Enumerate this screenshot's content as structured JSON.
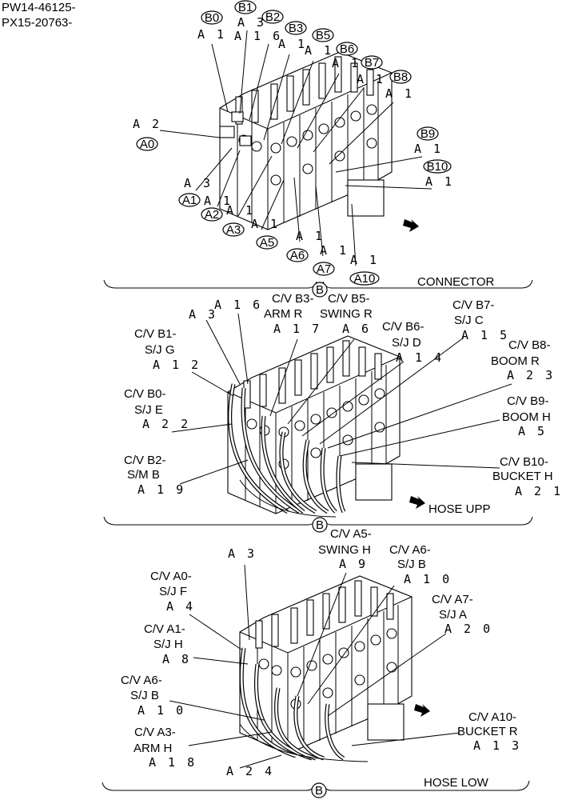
{
  "header": {
    "line1": "PW14-46125-",
    "line2": "PX15-20763-"
  },
  "panel1": {
    "title": "CONNECTOR",
    "marker": "B",
    "ovals": [
      "B0",
      "B1",
      "B2",
      "B3",
      "B5",
      "B6",
      "B7",
      "B8",
      "B9",
      "B10",
      "A0",
      "A1",
      "A2",
      "A3",
      "A5",
      "A6",
      "A7",
      "A10"
    ],
    "codes": {
      "b0": "A 1",
      "b1": "A 3",
      "b2": "A 1 6",
      "b3": "A 1",
      "b5": "A 1",
      "b6": "A 1",
      "b7": "A 1",
      "b8": "A 1",
      "b9": "A 1",
      "b10": "A 1",
      "a0": "A 2",
      "a1": "A 3",
      "a2": "A 1",
      "a3": "A 1",
      "a5": "A 1",
      "a6": "A 1",
      "a7": "A 1",
      "a10": "A 1"
    }
  },
  "panel2": {
    "title": "HOSE UPP",
    "marker": "B",
    "labels": {
      "b1_l1": "C/V B1-",
      "b1_l2": "S/J G",
      "b1_c": "A 1 2",
      "b0_l1": "C/V B0-",
      "b0_l2": "S/J E",
      "b0_c": "A 2 2",
      "b2_l1": "C/V B2-",
      "b2_l2": "S/M B",
      "b2_c": "A 1 9",
      "b3_l1": "C/V B3-",
      "b3_l2": "ARM R",
      "b3_c": "A 1 7",
      "b5_l1": "C/V B5-",
      "b5_l2": "SWING R",
      "b5_c": "A 6",
      "b6_l1": "C/V B6-",
      "b6_l2": "S/J D",
      "b6_c": "A 1 4",
      "b7_l1": "C/V B7-",
      "b7_l2": "S/J C",
      "b7_c": "A 1 5",
      "b8_l1": "C/V B8-",
      "b8_l2": "BOOM R",
      "b8_c": "A 2 3",
      "b9_l1": "C/V B9-",
      "b9_l2": "BOOM H",
      "b9_c": "A 5",
      "b10_l1": "C/V B10-",
      "b10_l2": "BUCKET H",
      "b10_c": "A 2 1",
      "c_a3": "A 3",
      "c_a16": "A 1 6"
    }
  },
  "panel3": {
    "title": "HOSE LOW",
    "marker": "B",
    "labels": {
      "a0_l1": "C/V A0-",
      "a0_l2": "S/J F",
      "a0_c": "A 4",
      "a1_l1": "C/V A1-",
      "a1_l2": "S/J H",
      "a1_c": "A 8",
      "a6b_l1": "C/V A6-",
      "a6b_l2": "S/J B",
      "a6b_c": "A 1 0",
      "a3_l1": "C/V A3-",
      "a3_l2": "ARM H",
      "a3_c": "A 1 8",
      "a5_l1": "C/V A5-",
      "a5_l2": "SWING H",
      "a5_c": "A 9",
      "a6_l1": "C/V A6-",
      "a6_l2": "S/J B",
      "a6_c": "A 1 0",
      "a7_l1": "C/V A7-",
      "a7_l2": "S/J A",
      "a7_c": "A 2 0",
      "a10_l1": "C/V A10-",
      "a10_l2": "BUCKET R",
      "a10_c": "A 1 3",
      "c_a3": "A 3",
      "c_a24": "A 2 4"
    }
  }
}
